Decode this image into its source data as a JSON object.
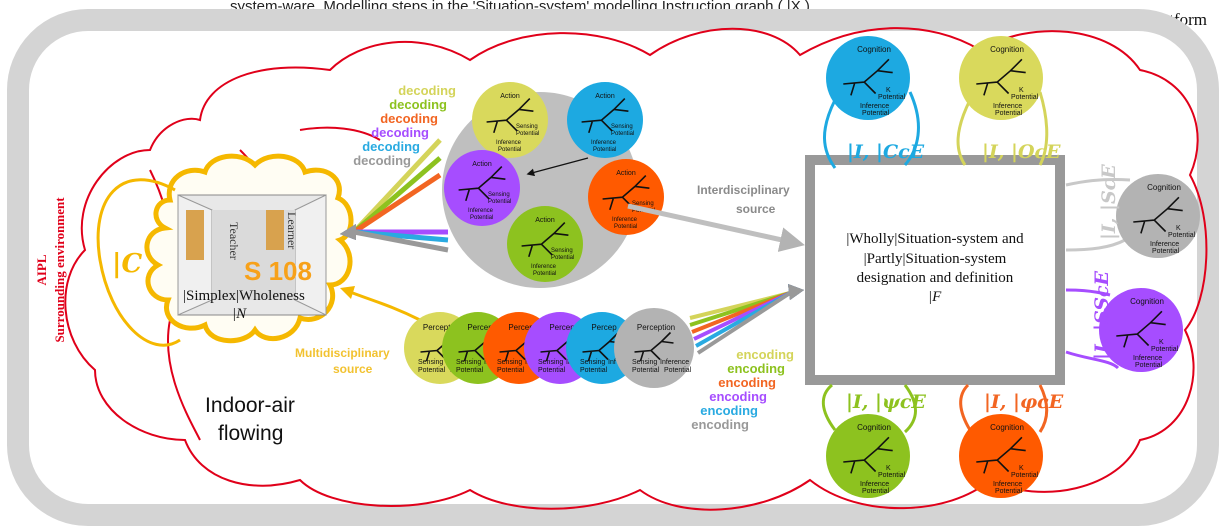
{
  "top_caption": "system-ware. Modelling steps in the 'Situation-system' modelling Instruction graph ( |X )",
  "platform_title": "Situation-system modelling collaborative platform",
  "left_labels": {
    "aipl": "AIPL",
    "surrounding": "Surrounding environment"
  },
  "room": {
    "code": "S 108",
    "teacher": "Teacher",
    "learner": "Learner",
    "wholeness": "|Simplex|Wholeness",
    "n": "|N"
  },
  "c_label": "|C",
  "indoor_air": [
    "Indoor-air",
    "flowing"
  ],
  "decoding_labels": [
    {
      "text": "decoding",
      "color": "#d4d45a"
    },
    {
      "text": "decoding",
      "color": "#8dc21f"
    },
    {
      "text": "decoding",
      "color": "#f26522"
    },
    {
      "text": "decoding",
      "color": "#a64dff"
    },
    {
      "text": "decoding",
      "color": "#29aae1"
    },
    {
      "text": "decoding",
      "color": "#999999"
    }
  ],
  "encoding_labels": [
    {
      "text": "encoding",
      "color": "#d4d45a"
    },
    {
      "text": "encoding",
      "color": "#8dc21f"
    },
    {
      "text": "encoding",
      "color": "#f26522"
    },
    {
      "text": "encoding",
      "color": "#a64dff"
    },
    {
      "text": "encoding",
      "color": "#29aae1"
    },
    {
      "text": "encoding",
      "color": "#999999"
    }
  ],
  "action_nodes": [
    {
      "title": "Action",
      "sensing": "Sensing Potential",
      "inference": "Inference Potential",
      "color": "#d9d95c"
    },
    {
      "title": "Action",
      "sensing": "Sensing Potential",
      "inference": "Inference Potential",
      "color": "#1da9e1"
    },
    {
      "title": "Action",
      "sensing": "Sensing Potential",
      "inference": "Inference Potential",
      "color": "#a64dff"
    },
    {
      "title": "Action",
      "sensing": "Sensing Potential",
      "inference": "Inference Potential",
      "color": "#ff5a00"
    },
    {
      "title": "Action",
      "sensing": "Sensing Potential",
      "inference": "Inference Potential",
      "color": "#8dc21f"
    }
  ],
  "perception_nodes": [
    {
      "title": "Perception",
      "sensing": "Sensing Potential",
      "inference": "Inference Potential",
      "color": "#d9d95c"
    },
    {
      "title": "Percep",
      "sensing": "Sensing Potential",
      "inference": "Inf",
      "color": "#8dc21f"
    },
    {
      "title": "Percep",
      "sensing": "Sensing Potential",
      "inference": "Inf",
      "color": "#ff5a00"
    },
    {
      "title": "Percep",
      "sensing": "Sensing Potential",
      "inference": "Inf",
      "color": "#a64dff"
    },
    {
      "title": "Percep",
      "sensing": "Sensing Potential",
      "inference": "Inf",
      "color": "#1da9e1"
    },
    {
      "title": "Perception",
      "sensing": "Sensing Potential",
      "inference": "Inference Potential",
      "color": "#b3b3b3"
    }
  ],
  "cognition_nodes": [
    {
      "title": "Cognition",
      "k": "K",
      "potential": "Potential",
      "inference": "Inference Potential",
      "color": "#1da9e1",
      "label": "|I, |CcE",
      "label_color": "#1da9e1"
    },
    {
      "title": "Cognition",
      "k": "K",
      "potential": "Potential",
      "inference": "Inference Potential",
      "color": "#d9d95c",
      "label": "|I, |OcE",
      "label_color": "#d4d45a"
    },
    {
      "title": "Cognition",
      "k": "K",
      "potential": "Potential",
      "inference": "Inference Potential",
      "color": "#b3b3b3",
      "label": "|I, |ScE",
      "label_color": "#c8c8c8"
    },
    {
      "title": "Cognition",
      "k": "K",
      "potential": "Potential",
      "inference": "Inference Potential",
      "color": "#a64dff",
      "label": "|I, |SScE",
      "label_color": "#a64dff"
    },
    {
      "title": "Cognition",
      "k": "K",
      "potential": "Potential",
      "inference": "Inference Potential",
      "color": "#8dc21f",
      "label": "|I, |ψcE",
      "label_color": "#8dc21f"
    },
    {
      "title": "Cognition",
      "k": "K",
      "potential": "Potential",
      "inference": "Inference Potential",
      "color": "#ff5a00",
      "label": "|I, |φcE",
      "label_color": "#f26522"
    }
  ],
  "interdisciplinary": [
    "Interdisciplinary",
    "source"
  ],
  "multidisciplinary": [
    "Multidisciplinary",
    "source"
  ],
  "center_box": [
    "|Wholly|Situation-system and",
    "|Partly|Situation-system",
    "designation and definition",
    "|F"
  ],
  "colors": {
    "red_cloud": "#e0001a",
    "platform": "#d4d4d4",
    "yellow_cloud": "#f5b800"
  }
}
